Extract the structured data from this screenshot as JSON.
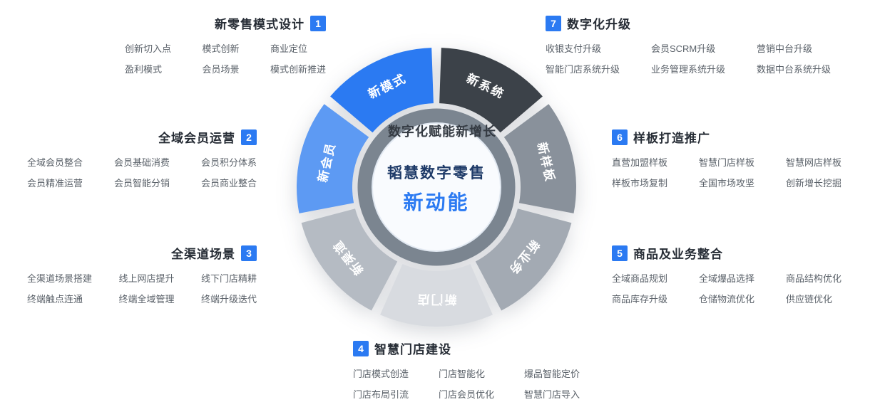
{
  "accent_color": "#2b7af2",
  "center": {
    "line1": "韬慧数字零售",
    "line2": "新动能"
  },
  "ring_text": "数字化赋能新增长",
  "wheel": {
    "ring_color": "#7b8590",
    "segments": [
      {
        "label": "新模式",
        "color": "#2b7af2"
      },
      {
        "label": "新系统",
        "color": "#3c4249"
      },
      {
        "label": "新样板",
        "color": "#89919b"
      },
      {
        "label": "新业务",
        "color": "#a3aab3"
      },
      {
        "label": "新门店",
        "color": "#d8dbe0"
      },
      {
        "label": "新渠道",
        "color": "#b5bbc3"
      },
      {
        "label": "新会员",
        "color": "#5d9af3"
      }
    ]
  },
  "sections": [
    {
      "number": "1",
      "title": "新零售模式设计",
      "items": [
        "创新切入点",
        "模式创新",
        "商业定位",
        "盈利模式",
        "会员场景",
        "模式创新推进"
      ]
    },
    {
      "number": "2",
      "title": "全域会员运营",
      "items": [
        "全域会员整合",
        "会员基础消费",
        "会员积分体系",
        "会员精准运营",
        "会员智能分销",
        "会员商业整合"
      ]
    },
    {
      "number": "3",
      "title": "全渠道场景",
      "items": [
        "全渠道场景搭建",
        "线上网店提升",
        "线下门店精耕",
        "终端触点连通",
        "终端全域管理",
        "终端升级迭代"
      ]
    },
    {
      "number": "4",
      "title": "智慧门店建设",
      "items": [
        "门店模式创造",
        "门店智能化",
        "爆品智能定价",
        "门店布局引流",
        "门店会员优化",
        "智慧门店导入"
      ]
    },
    {
      "number": "5",
      "title": "商品及业务整合",
      "items": [
        "全域商品规划",
        "全域爆品选择",
        "商品结构优化",
        "商品库存升级",
        "仓储物流优化",
        "供应链优化"
      ]
    },
    {
      "number": "6",
      "title": "样板打造推广",
      "items": [
        "直营加盟样板",
        "智慧门店样板",
        "智慧网店样板",
        "样板市场复制",
        "全国市场攻坚",
        "创新增长挖掘"
      ]
    },
    {
      "number": "7",
      "title": "数字化升级",
      "items": [
        "收银支付升级",
        "会员SCRM升级",
        "营销中台升级",
        "智能门店系统升级",
        "业务管理系统升级",
        "数据中台系统升级"
      ]
    }
  ]
}
